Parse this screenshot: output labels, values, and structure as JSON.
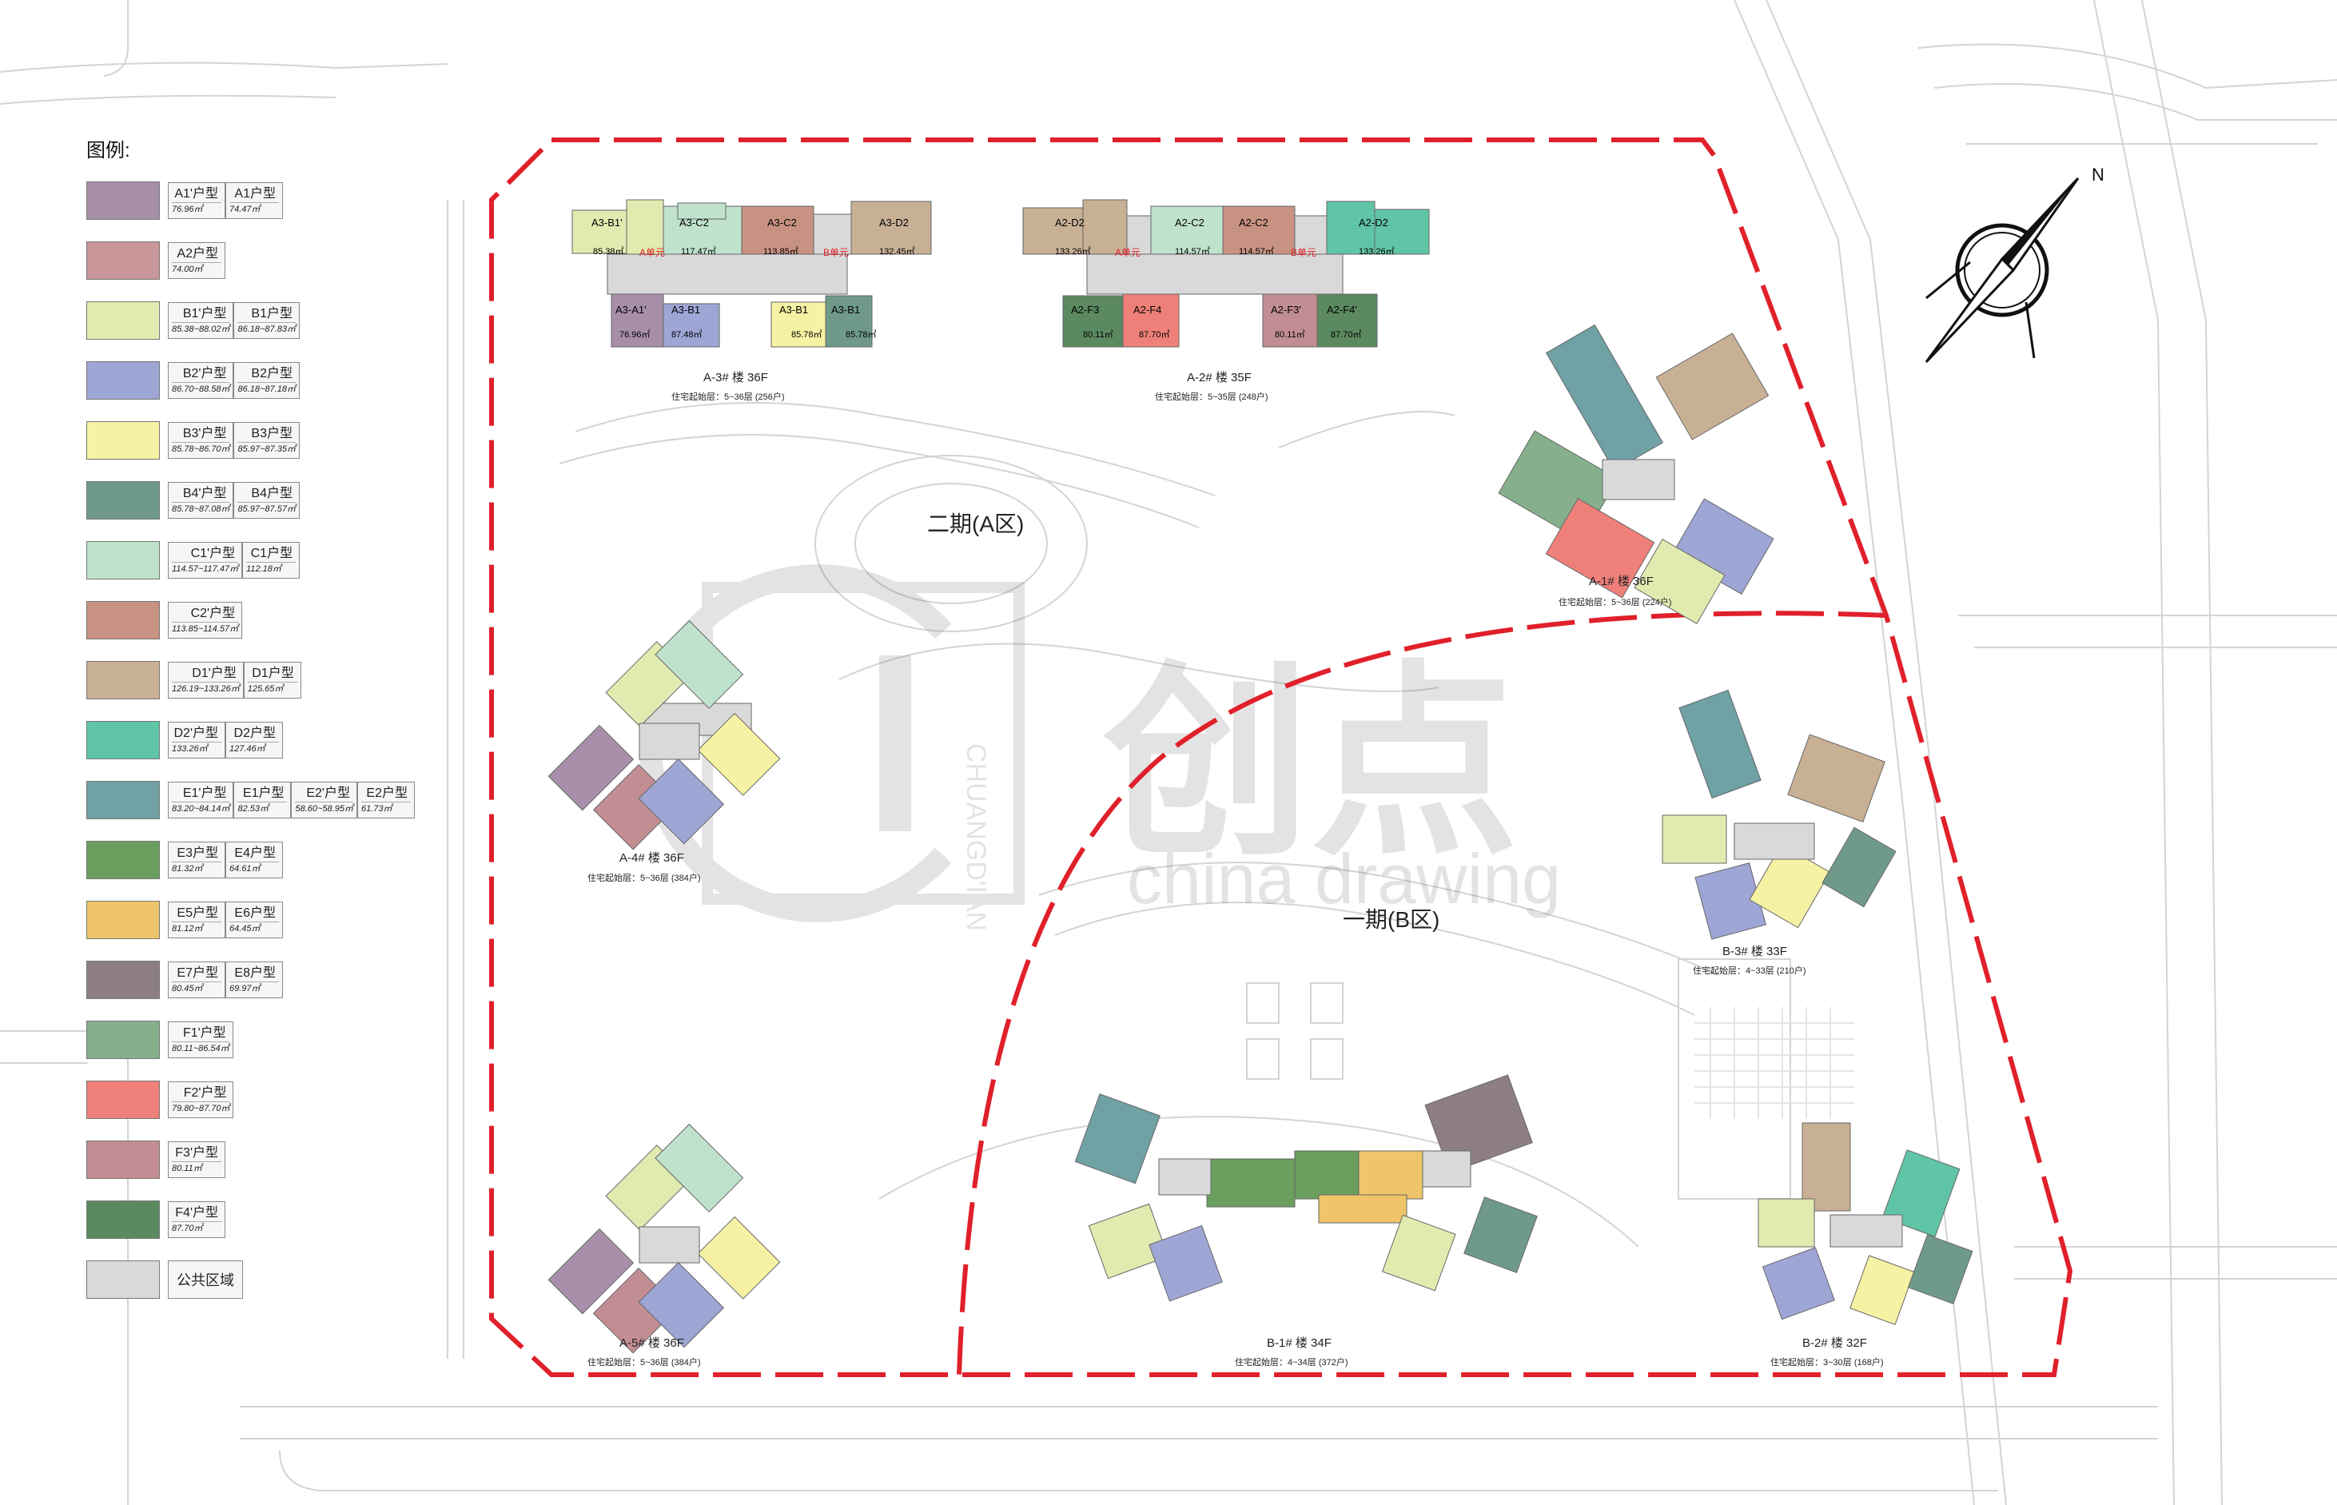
{
  "legend": {
    "title": "图例:",
    "items": [
      {
        "color": "#a78fa9",
        "types": [
          {
            "name": "A1'户型",
            "area": "76.96㎡"
          },
          {
            "name": "A1户型",
            "area": "74.47㎡"
          }
        ]
      },
      {
        "color": "#c99699",
        "types": [
          {
            "name": "A2户型",
            "area": "74.00㎡"
          }
        ]
      },
      {
        "color": "#e1ebb0",
        "types": [
          {
            "name": "B1'户型",
            "area": "85.38~88.02㎡"
          },
          {
            "name": "B1户型",
            "area": "86.18~87.83㎡"
          }
        ]
      },
      {
        "color": "#9ea6d6",
        "types": [
          {
            "name": "B2'户型",
            "area": "86.70~88.58㎡"
          },
          {
            "name": "B2户型",
            "area": "86.18~87.18㎡"
          }
        ]
      },
      {
        "color": "#f6f2a4",
        "types": [
          {
            "name": "B3'户型",
            "area": "85.78~86.70㎡"
          },
          {
            "name": "B3户型",
            "area": "85.97~87.35㎡"
          }
        ]
      },
      {
        "color": "#6f9a8a",
        "types": [
          {
            "name": "B4'户型",
            "area": "85.78~87.08㎡"
          },
          {
            "name": "B4户型",
            "area": "85.97~87.57㎡"
          }
        ]
      },
      {
        "color": "#bfe2cc",
        "types": [
          {
            "name": "C1'户型",
            "area": "114.57~117.47㎡"
          },
          {
            "name": "C1户型",
            "area": "112.18㎡"
          }
        ]
      },
      {
        "color": "#c89282",
        "types": [
          {
            "name": "C2'户型",
            "area": "113.85~114.57㎡"
          }
        ]
      },
      {
        "color": "#c8b095",
        "types": [
          {
            "name": "D1'户型",
            "area": "126.19~133.26㎡"
          },
          {
            "name": "D1户型",
            "area": "125.65㎡"
          }
        ]
      },
      {
        "color": "#5fc5a6",
        "types": [
          {
            "name": "D2'户型",
            "area": "133.26㎡"
          },
          {
            "name": "D2户型",
            "area": "127.46㎡"
          }
        ]
      },
      {
        "color": "#6fa1a5",
        "types": [
          {
            "name": "E1'户型",
            "area": "83.20~84.14㎡"
          },
          {
            "name": "E1户型",
            "area": "82.53㎡"
          },
          {
            "name": "E2'户型",
            "area": "58.60~58.95㎡"
          },
          {
            "name": "E2户型",
            "area": "61.73㎡"
          }
        ]
      },
      {
        "color": "#6b9f5e",
        "types": [
          {
            "name": "E3户型",
            "area": "81.32㎡"
          },
          {
            "name": "E4户型",
            "area": "64.61㎡"
          }
        ]
      },
      {
        "color": "#eec56a",
        "types": [
          {
            "name": "E5户型",
            "area": "81.12㎡"
          },
          {
            "name": "E6户型",
            "area": "64.45㎡"
          }
        ]
      },
      {
        "color": "#8d7f81",
        "types": [
          {
            "name": "E7户型",
            "area": "80.45㎡"
          },
          {
            "name": "E8户型",
            "area": "69.97㎡"
          }
        ]
      },
      {
        "color": "#86b08b",
        "types": [
          {
            "name": "F1'户型",
            "area": "80.11~86.54㎡"
          }
        ]
      },
      {
        "color": "#ef8079",
        "types": [
          {
            "name": "F2'户型",
            "area": "79.80~87.70㎡"
          }
        ]
      },
      {
        "color": "#c28e93",
        "types": [
          {
            "name": "F3'户型",
            "area": "80.11㎡"
          }
        ]
      },
      {
        "color": "#5c8a60",
        "types": [
          {
            "name": "F4'户型",
            "area": "87.70㎡"
          }
        ]
      },
      {
        "color": "#d9d9d9",
        "types": [
          {
            "name": "公共区域",
            "area": ""
          }
        ]
      }
    ]
  },
  "zones": {
    "phase_a": "二期(A区)",
    "phase_b": "一期(B区)"
  },
  "watermark": {
    "brand_cn": "创点",
    "brand_en": "china drawing",
    "logo_text": "CHUANGD'IAN"
  },
  "buildings": [
    {
      "id": "A-3",
      "title": "A-3# 楼 36F",
      "sub": "住宅起始层：5~36层 (256户)"
    },
    {
      "id": "A-2",
      "title": "A-2# 楼 35F",
      "sub": "住宅起始层：5~35层 (248户)"
    },
    {
      "id": "A-1",
      "title": "A-1# 楼 36F",
      "sub": "住宅起始层：5~36层 (224户)"
    },
    {
      "id": "A-4",
      "title": "A-4# 楼 36F",
      "sub": "住宅起始层：5~36层 (384户)"
    },
    {
      "id": "A-5",
      "title": "A-5# 楼 36F",
      "sub": "住宅起始层：5~36层 (384户)"
    },
    {
      "id": "B-3",
      "title": "B-3# 楼 33F",
      "sub": "住宅起始层：4~33层 (210户)"
    },
    {
      "id": "B-1",
      "title": "B-1# 楼 34F",
      "sub": "住宅起始层：4~34层 (372户)"
    },
    {
      "id": "B-2",
      "title": "B-2# 楼 32F",
      "sub": "住宅起始层：3~30层 (168户)"
    }
  ],
  "unit_labels": {
    "a3": [
      "A3-B1'",
      "A3-C2",
      "A3-C2",
      "A3-D2",
      "A3-A1'",
      "A3-B1",
      "A3-B1",
      "A3-B1"
    ],
    "a3_areas": [
      "85.38㎡",
      "117.47㎡",
      "113.85㎡",
      "132.45㎡",
      "76.96㎡",
      "87.48㎡",
      "85.78㎡",
      "85.78㎡"
    ],
    "a2": [
      "A2-D2",
      "A2-C2",
      "A2-C2",
      "A2-D2",
      "A2-F3",
      "A2-F4",
      "A2-F3'",
      "A2-F4'"
    ],
    "a2_areas": [
      "133.26㎡",
      "114.57㎡",
      "114.57㎡",
      "133.26㎡",
      "80.11㎡",
      "87.70㎡",
      "80.11㎡",
      "87.70㎡"
    ],
    "a3_unit_a": "A单元",
    "a3_unit_b": "B单元",
    "a2_unit_a": "A单元",
    "a2_unit_b": "B单元"
  },
  "compass": {
    "north": "N"
  }
}
